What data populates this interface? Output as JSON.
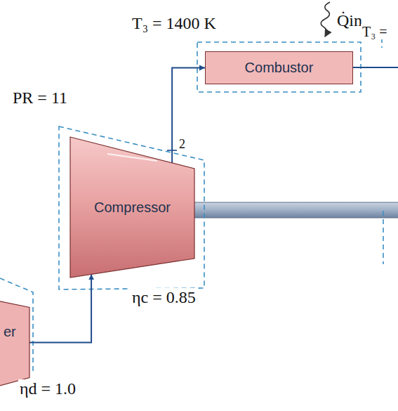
{
  "diagram": {
    "nodes": [
      {
        "text": [
          "Combustor"
        ]
      },
      {
        "text": [
          "Compressor"
        ]
      },
      {
        "text": [
          "er"
        ]
      }
    ],
    "edges": [
      {
        "from": 1,
        "to": 0,
        "arrow": "to"
      },
      {
        "from": 2,
        "to": 1,
        "arrow": "to"
      }
    ],
    "labels": [
      "T₃ = 1400 K",
      "Q̇in",
      "T₃ =",
      "PR = 11",
      "2",
      "ηc = 0.85",
      "ηd = 1.0"
    ]
  }
}
